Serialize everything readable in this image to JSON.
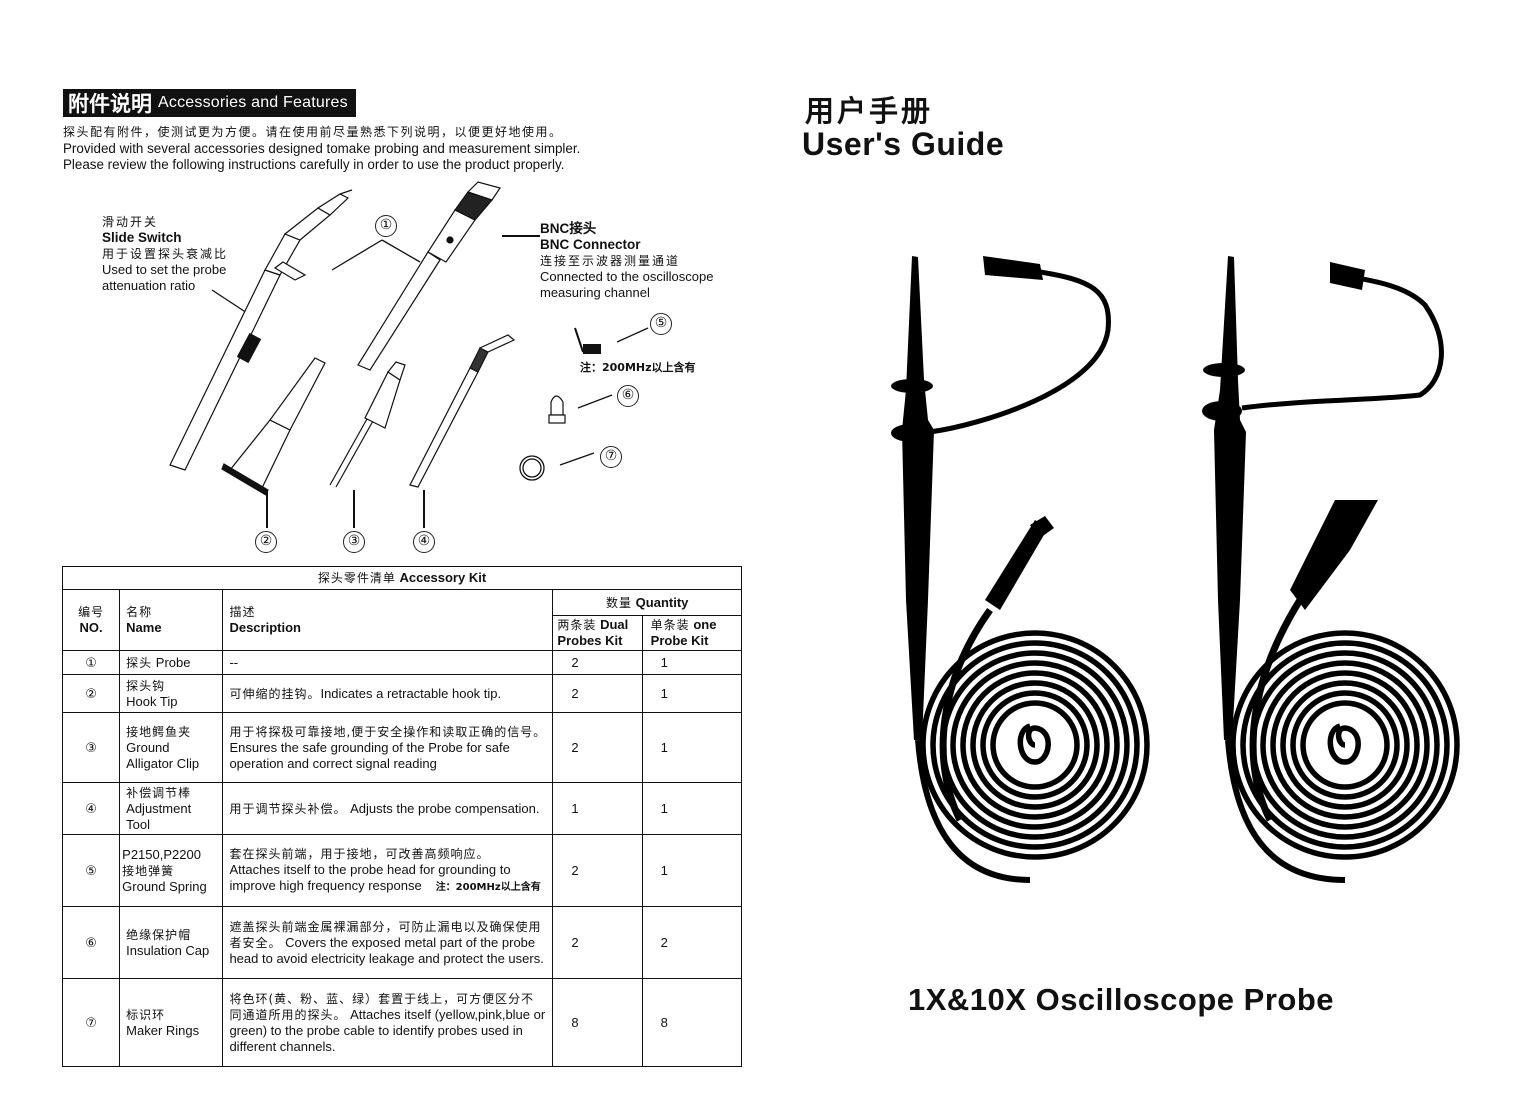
{
  "left_page": {
    "section_title": {
      "zh": "附件说明",
      "en": "Accessories and Features"
    },
    "intro": {
      "zh": "探头配有附件，使测试更为方便。请在使用前尽量熟悉下列说明，以便更好地使用。",
      "line1": "Provided with several accessories designed tomake probing and measurement simpler.",
      "line2": "Please review the following instructions carefully in order to use the product properly."
    },
    "callouts": {
      "slide_switch": {
        "zh": "滑动开关",
        "title": "Slide Switch",
        "zh_desc": "用于设置探头衰减比",
        "desc_line1": "Used to set the probe",
        "desc_line2": "attenuation ratio"
      },
      "bnc_connector": {
        "zh": "BNC接头",
        "title": "BNC Connector",
        "zh_desc": "连接至示波器测量通道",
        "desc_line1": "Connected to the oscilloscope",
        "desc_line2": "measuring channel"
      },
      "spring_note": "注：200MHz以上含有"
    },
    "markers": [
      "①",
      "②",
      "③",
      "④",
      "⑤",
      "⑥",
      "⑦"
    ],
    "table": {
      "caption": {
        "zh": "探头零件清单",
        "en": "Accessory Kit"
      },
      "headers": {
        "no": {
          "zh": "编号",
          "en": "NO."
        },
        "name": {
          "zh": "名称",
          "en": "Name"
        },
        "desc": {
          "zh": "描述",
          "en": "Description"
        },
        "quantity": {
          "zh": "数量",
          "en": "Quantity"
        },
        "dual": {
          "zh": "两条装",
          "en1": "Dual",
          "en2": "Probes Kit"
        },
        "single": {
          "zh": "单条装",
          "en1": "one",
          "en2": "Probe Kit"
        }
      },
      "rows": [
        {
          "no": "①",
          "name_zh": "探头",
          "name_en": "Probe",
          "desc_zh": "",
          "desc_en": "--",
          "dual": "2",
          "single": "1"
        },
        {
          "no": "②",
          "name_zh": "探头钩",
          "name_en": "Hook Tip",
          "desc_zh": "可伸缩的挂钩。",
          "desc_en": "Indicates a retractable hook tip.",
          "dual": "2",
          "single": "1"
        },
        {
          "no": "③",
          "name_zh": "接地鳄鱼夹",
          "name_en": "Ground Alligator Clip",
          "desc_zh": "用于将探极可靠接地,便于安全操作和读取正确的信号。",
          "desc_en": "Ensures the safe grounding of the Probe for safe operation and correct signal reading",
          "dual": "2",
          "single": "1"
        },
        {
          "no": "④",
          "name_zh": "补偿调节棒",
          "name_en": "Adjustment Tool",
          "desc_zh": "用于调节探头补偿。",
          "desc_en": "Adjusts the probe compensation.",
          "dual": "1",
          "single": "1"
        },
        {
          "no": "⑤",
          "name_model": "P2150,P2200",
          "name_zh": "接地弹簧",
          "name_en": "Ground Spring",
          "desc_zh": "套在探头前端，用于接地，可改善高频响应。",
          "desc_en": "Attaches itself to the probe head for grounding to improve high frequency response",
          "desc_note": "注：200MHz以上含有",
          "dual": "2",
          "single": "1"
        },
        {
          "no": "⑥",
          "name_zh": "绝缘保护帽",
          "name_en": "Insulation Cap",
          "desc_zh": "遮盖探头前端金属裸漏部分，可防止漏电以及确保使用者安全。",
          "desc_en": "Covers the exposed metal part of the probe head to avoid electricity leakage and protect the users.",
          "dual": "2",
          "single": "2"
        },
        {
          "no": "⑦",
          "name_zh": "标识环",
          "name_en": "Maker Rings",
          "desc_zh": "将色环(黄、粉、蓝、绿）套置于线上，可方便区分不同通道所用的探头。",
          "desc_en": "Attaches itself (yellow,pink,blue or green) to the probe cable to identify probes used in different channels.",
          "dual": "8",
          "single": "8"
        }
      ]
    }
  },
  "right_page": {
    "title_zh": "用户手册",
    "title_en": "User's Guide",
    "product_title": "1X&10X Oscilloscope Probe"
  }
}
